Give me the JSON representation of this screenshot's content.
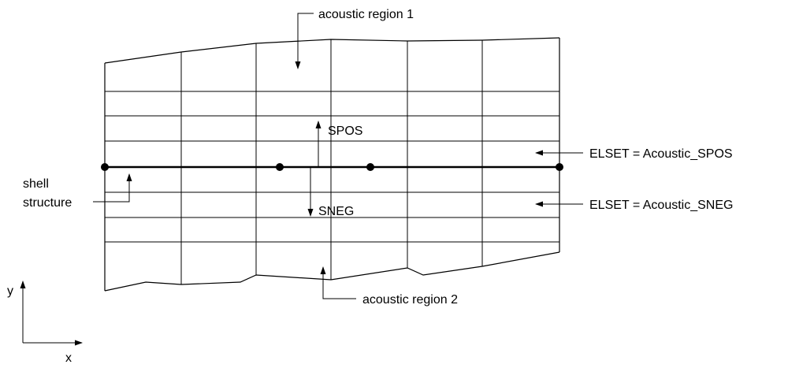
{
  "labels": {
    "acoustic_region_1": "acoustic region 1",
    "acoustic_region_2": "acoustic region 2",
    "spos": "SPOS",
    "sneg": "SNEG",
    "elset_spos": "ELSET = Acoustic_SPOS",
    "elset_sneg": "ELSET = Acoustic_SNEG",
    "shell_line1": "shell",
    "shell_line2": "structure",
    "axis_y": "y",
    "axis_x": "x"
  },
  "colors": {
    "line": "#000000",
    "background": "#ffffff"
  },
  "icons": {
    "node": "filled-circle-node",
    "arrowhead": "triangle-arrowhead"
  }
}
